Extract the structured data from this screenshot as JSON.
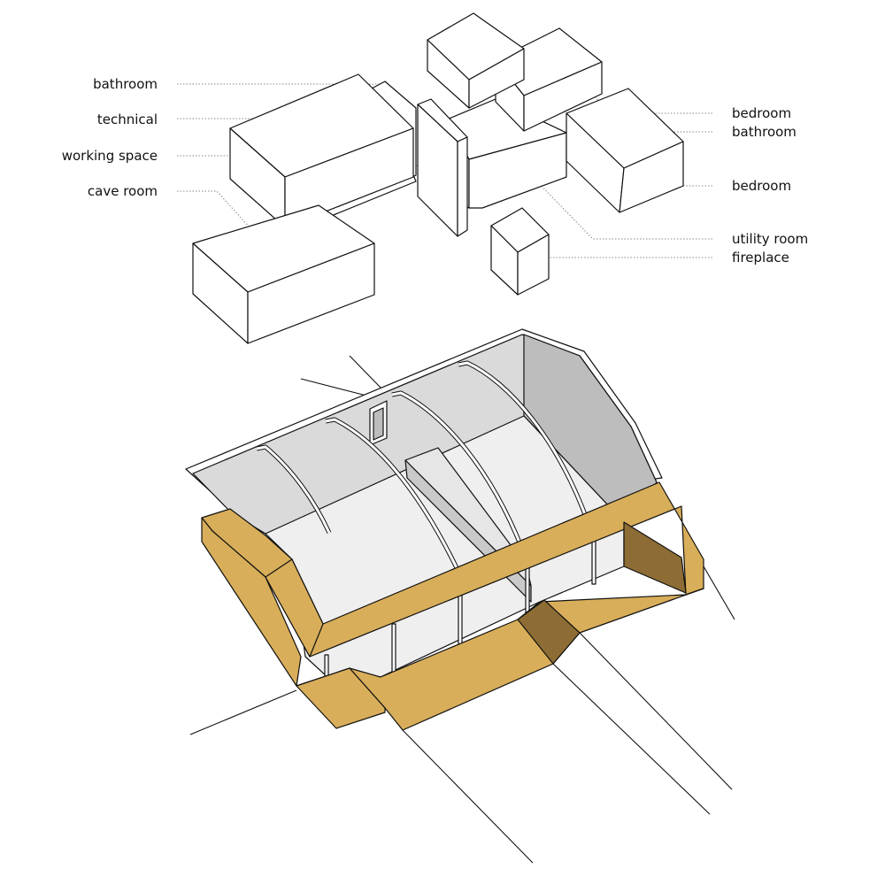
{
  "labels_left": [
    {
      "text": "bathroom"
    },
    {
      "text": "technical"
    },
    {
      "text": "working space"
    },
    {
      "text": "cave room"
    }
  ],
  "labels_right": [
    {
      "text": "bedroom"
    },
    {
      "text": "bathroom"
    },
    {
      "text": "bedroom"
    },
    {
      "text": "utility room"
    },
    {
      "text": "fireplace"
    }
  ],
  "colors": {
    "frame": "#d8ae5a",
    "frame_dark": "#8d6d35",
    "ceiling": "#dadada",
    "wall": "#bdbdbd",
    "interior": "#efefef"
  }
}
